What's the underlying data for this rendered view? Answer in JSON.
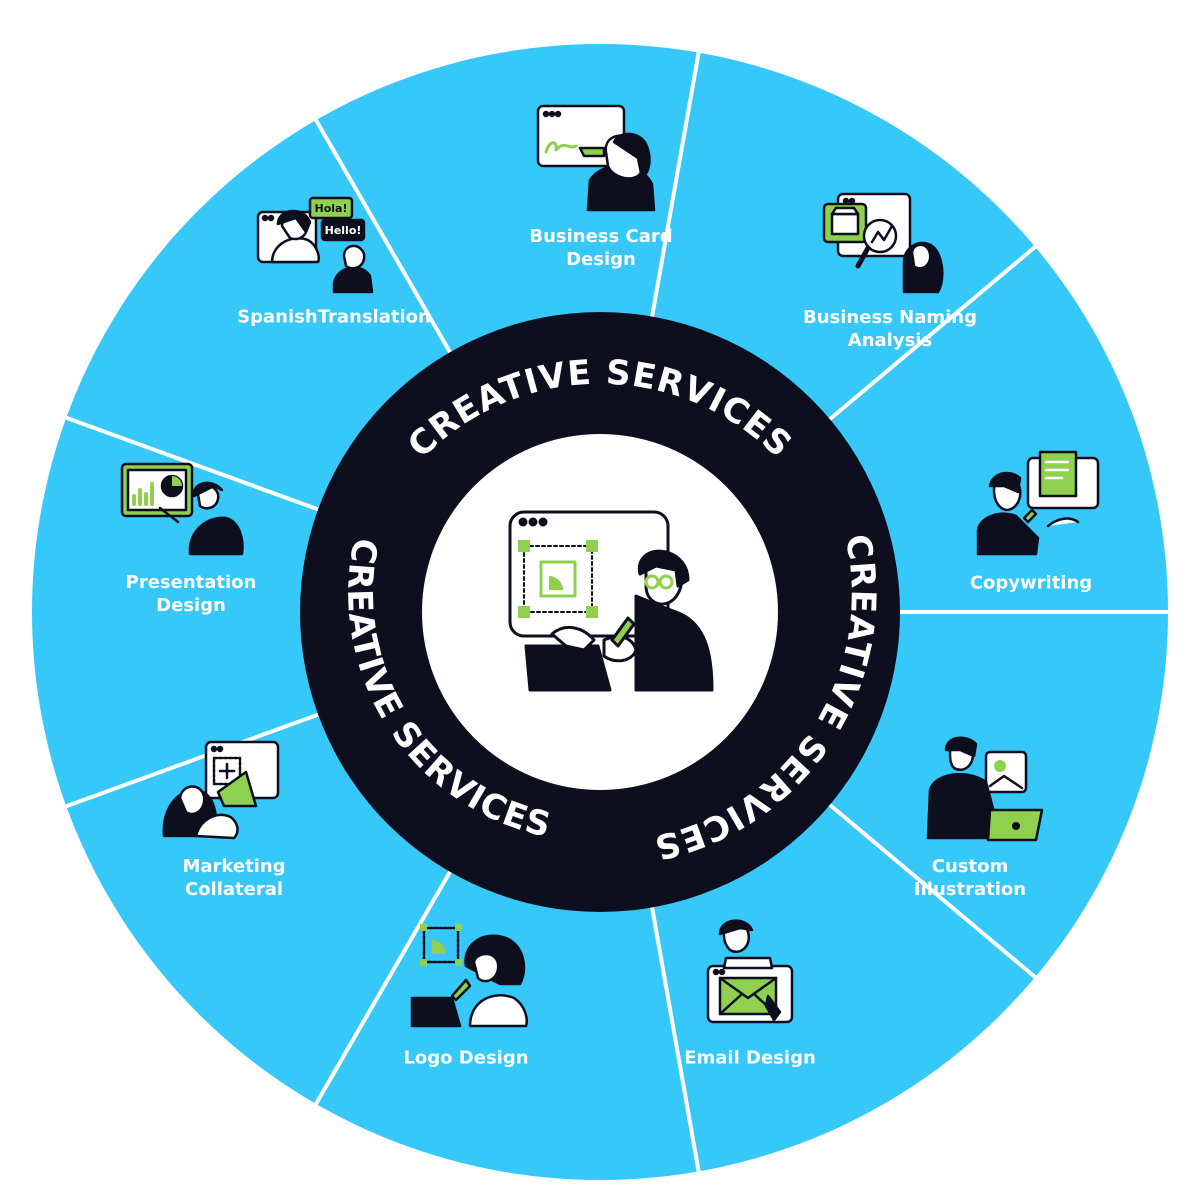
{
  "colors": {
    "segment_fill": "#36c8f9",
    "divider": "#ffffff",
    "ring": "#0d0f1f",
    "center": "#ffffff",
    "accent": "#8fd14f",
    "ink": "#0d0f1f"
  },
  "ring_text": "CREATIVE SERVICES",
  "center_icon": "designer-at-canvas-icon",
  "services": [
    {
      "id": "business-card-design",
      "line1": "Business Card",
      "line2": "Design",
      "icon": "signature-canvas-icon"
    },
    {
      "id": "business-naming-analysis",
      "line1": "Business Naming",
      "line2": "Analysis",
      "icon": "storefront-magnifier-icon"
    },
    {
      "id": "copywriting",
      "line1": "Copywriting",
      "line2": "",
      "icon": "document-writer-icon"
    },
    {
      "id": "custom-illustration",
      "line1": "Custom",
      "line2": "Illustration",
      "icon": "artist-tablet-icon"
    },
    {
      "id": "email-design",
      "line1": "Email Design",
      "line2": "",
      "icon": "envelope-window-icon"
    },
    {
      "id": "logo-design",
      "line1": "Logo Design",
      "line2": "",
      "icon": "logo-laptop-icon"
    },
    {
      "id": "marketing-collateral",
      "line1": "Marketing",
      "line2": "Collateral",
      "icon": "megaphone-icon"
    },
    {
      "id": "presentation-design",
      "line1": "Presentation",
      "line2": "Design",
      "icon": "presenter-chart-icon"
    },
    {
      "id": "spanish-translation",
      "line1": "SpanishTranslation",
      "line2": "",
      "icon": "speech-bubbles-icon"
    }
  ],
  "bubbles": {
    "hola": "Hola!",
    "hello": "Hello!"
  }
}
